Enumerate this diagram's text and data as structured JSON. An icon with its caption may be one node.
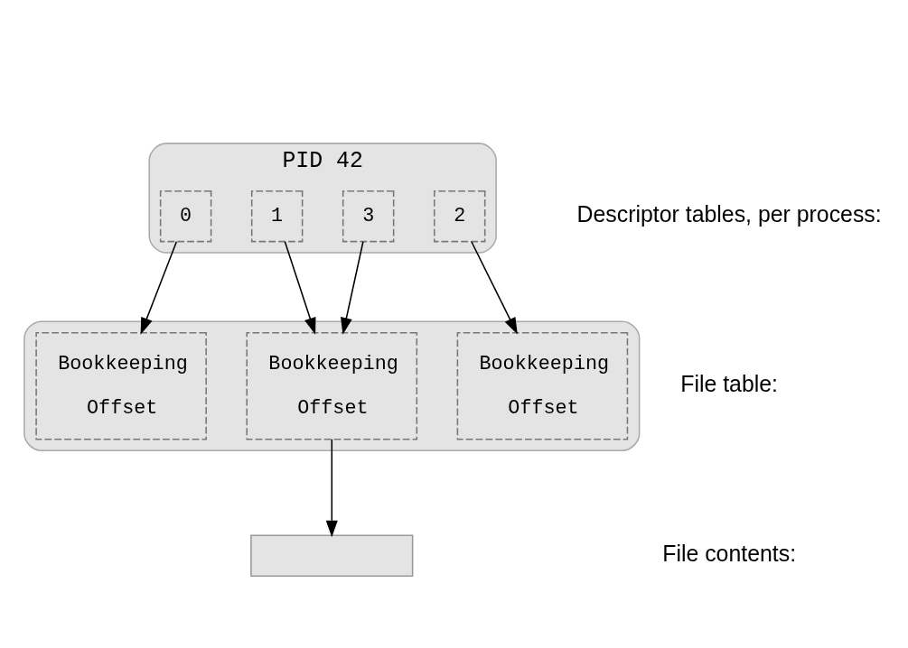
{
  "diagram": {
    "nodes": [
      {
        "text": [
          "PID 42"
        ]
      },
      {
        "text": [
          "0"
        ],
        "in": 0
      },
      {
        "text": [
          "1"
        ],
        "in": 0
      },
      {
        "text": [
          "2"
        ],
        "in": 0
      },
      {
        "text": [
          "3"
        ],
        "in": 0
      },
      {
        "text": [],
        "shape": "box"
      },
      {
        "text": [
          "Bookkeeping",
          "Offset"
        ],
        "in": 5
      },
      {
        "text": [
          "Bookkeeping",
          "Offset"
        ],
        "in": 5
      },
      {
        "text": [
          "Bookkeeping",
          "Offset"
        ],
        "in": 5
      },
      {
        "text": [],
        "shape": "box"
      }
    ],
    "edges": [
      {
        "from": 1,
        "to": 6,
        "arrow": "to"
      },
      {
        "from": 2,
        "to": 7,
        "arrow": "to"
      },
      {
        "from": 4,
        "to": 7,
        "arrow": "to"
      },
      {
        "from": 3,
        "to": 8,
        "arrow": "to"
      },
      {
        "from": 7,
        "to": 9,
        "arrow": "to"
      }
    ],
    "labels": [
      "Descriptor tables, per process:",
      "File table:",
      "File contents:"
    ]
  }
}
